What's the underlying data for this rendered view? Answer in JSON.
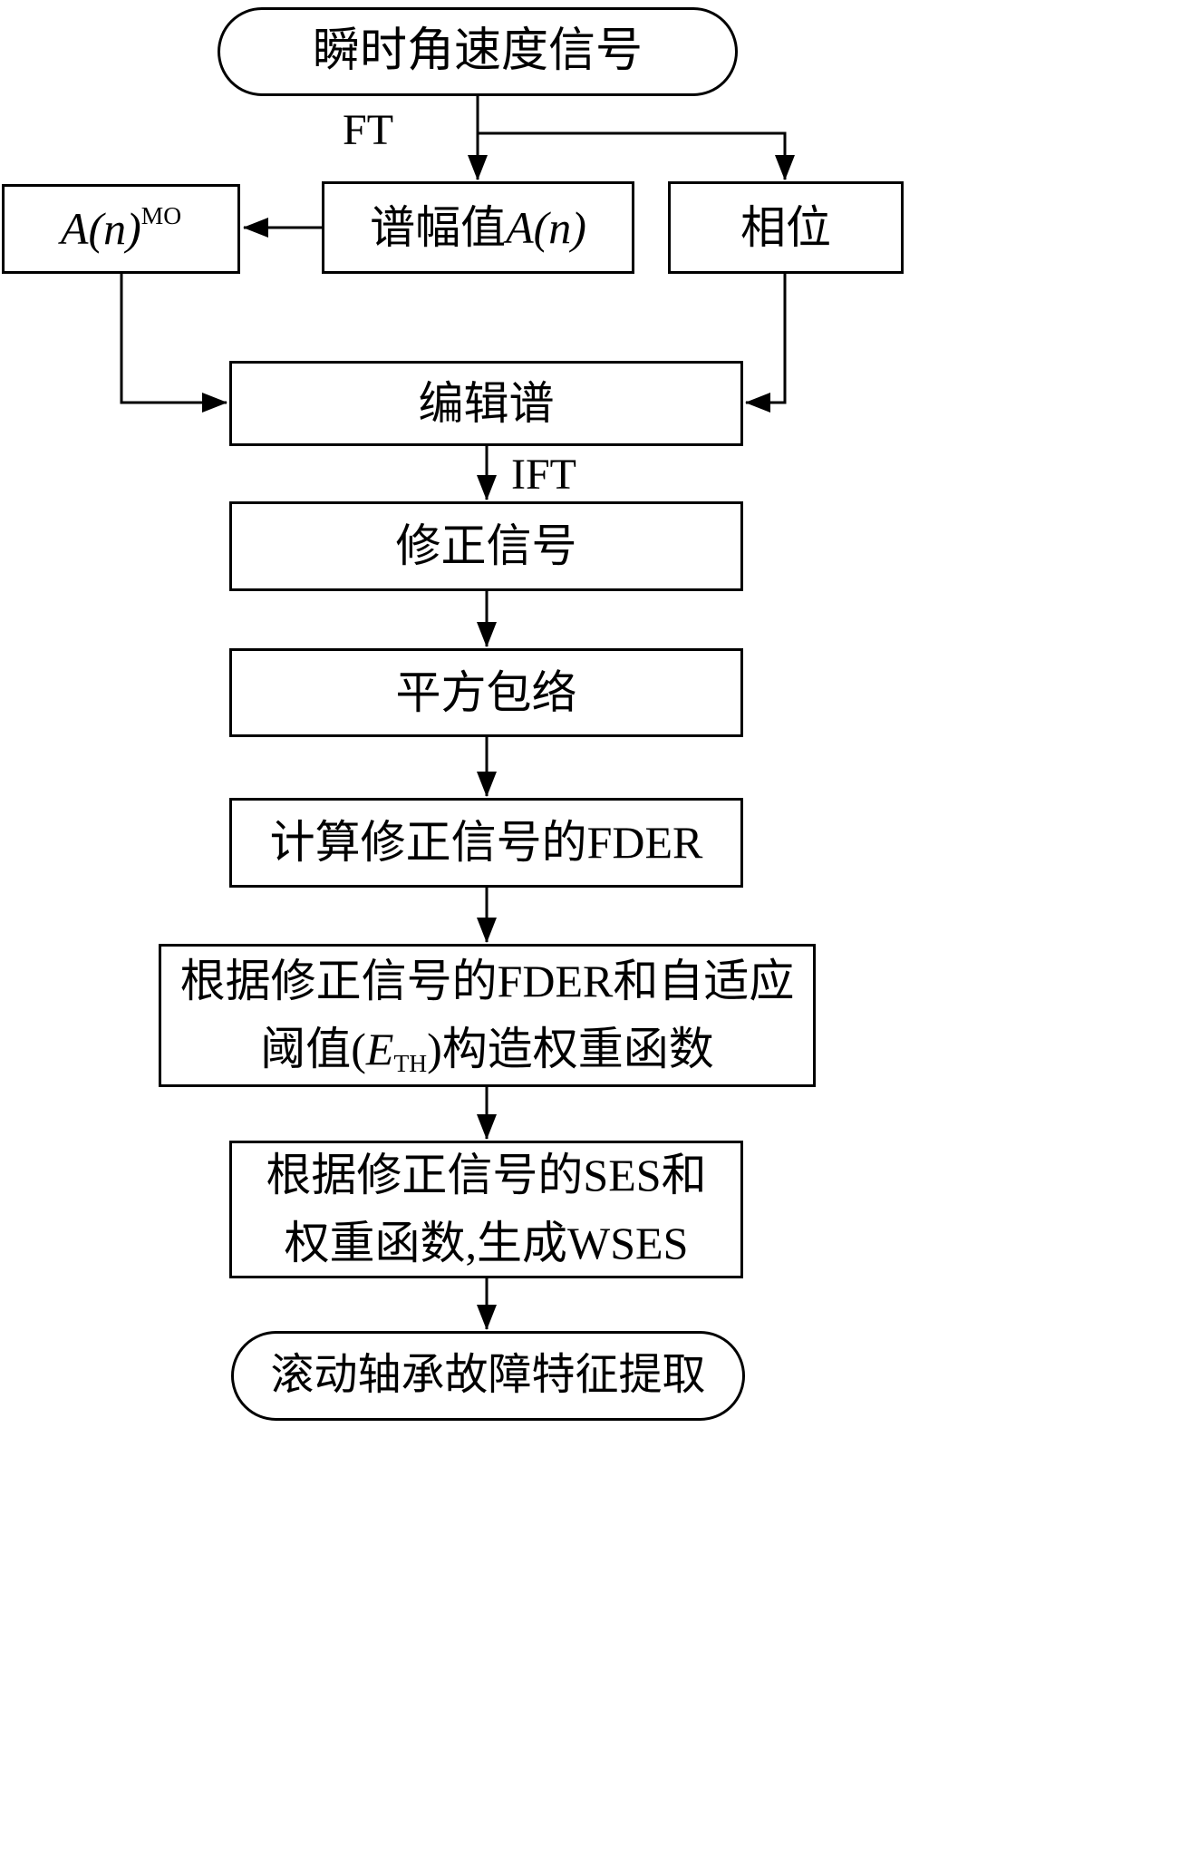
{
  "diagram": {
    "nodes": {
      "start": {
        "label": "瞬时角速度信号"
      },
      "amplitude": {
        "prefix": "谱幅值",
        "math": "A(n)"
      },
      "phase": {
        "label": "相位"
      },
      "amo": {
        "math": "A(n)",
        "sup": "MO"
      },
      "edit_spectrum": {
        "label": "编辑谱"
      },
      "corrected_signal": {
        "label": "修正信号"
      },
      "squared_envelope": {
        "label": "平方包络"
      },
      "fder": {
        "label": "计算修正信号的FDER"
      },
      "weight_function": {
        "line1": "根据修正信号的FDER和自适应",
        "line2_pre": "阈值(",
        "line2_var": "E",
        "line2_sub": "TH",
        "line2_post": ")构造权重函数"
      },
      "wses": {
        "line1": "根据修正信号的SES和",
        "line2": "权重函数,生成WSES"
      },
      "end": {
        "label": "滚动轴承故障特征提取"
      }
    },
    "edge_labels": {
      "ft": "FT",
      "ift": "IFT"
    }
  }
}
